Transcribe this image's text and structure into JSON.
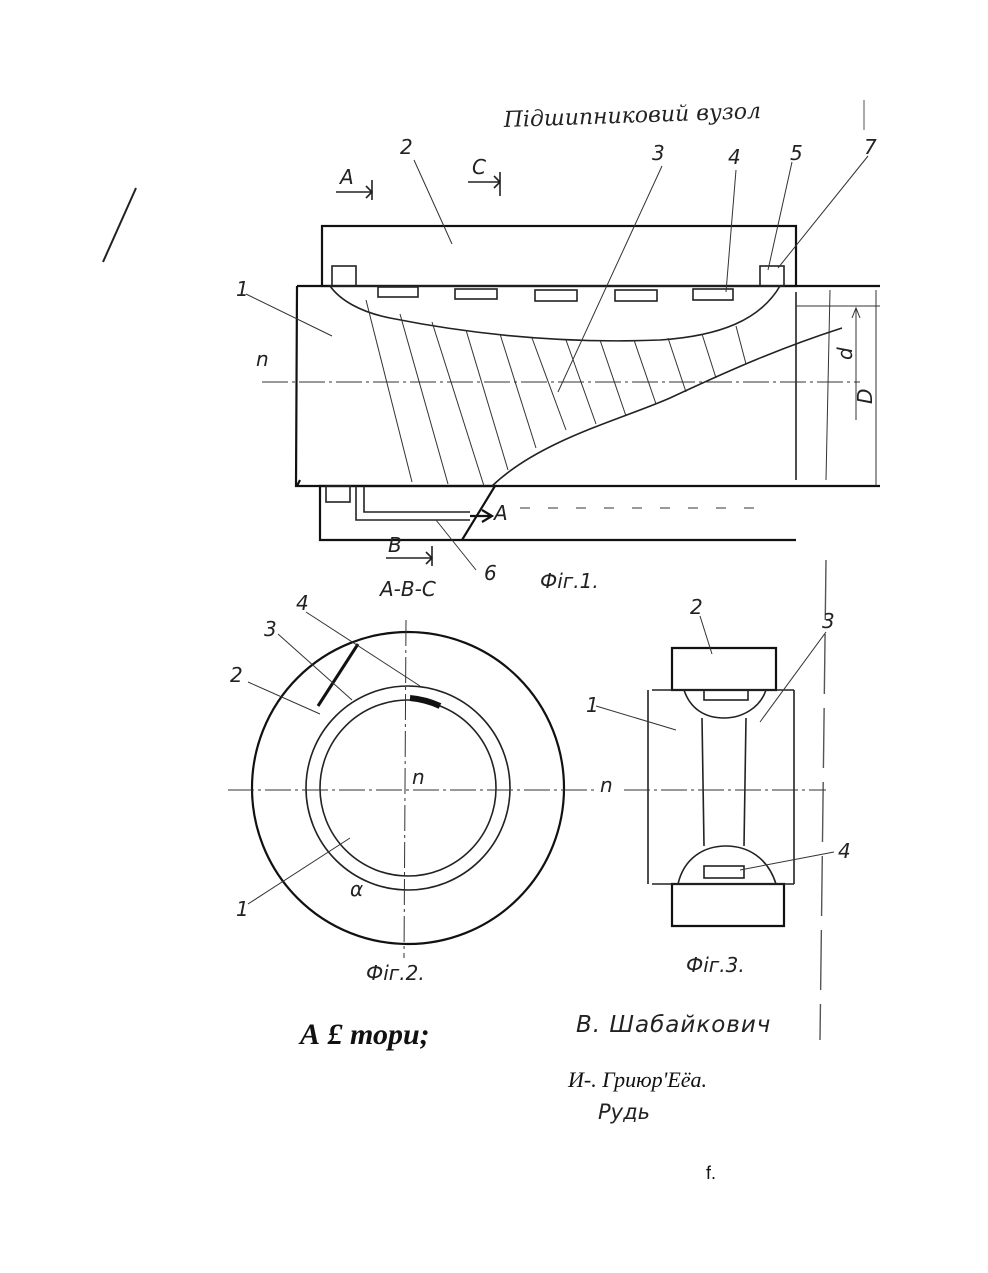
{
  "drawing": {
    "title": "Підшипниковий вузол",
    "fig1": {
      "caption": "Фіг.1.",
      "section_label": "А-В-С",
      "callouts": [
        "1",
        "2",
        "3",
        "4",
        "5",
        "6",
        "7"
      ],
      "section_marks": [
        "А",
        "С",
        "В",
        "А"
      ],
      "axis_label": "n",
      "dimension_labels": [
        "d",
        "D"
      ]
    },
    "fig2": {
      "caption": "Фіг.2.",
      "callouts": [
        "1",
        "2",
        "3",
        "4"
      ],
      "angle_label": "α",
      "axis_label": "n"
    },
    "fig3": {
      "caption": "Фіг.3.",
      "callouts": [
        "1",
        "2",
        "3",
        "4"
      ],
      "axis_label": "n"
    }
  },
  "signatures": {
    "label": "А £ тори;",
    "names": [
      "В. Шабайкович",
      "И-. Гриюр'Еёа.",
      "Рудь"
    ]
  },
  "page_mark": "f."
}
